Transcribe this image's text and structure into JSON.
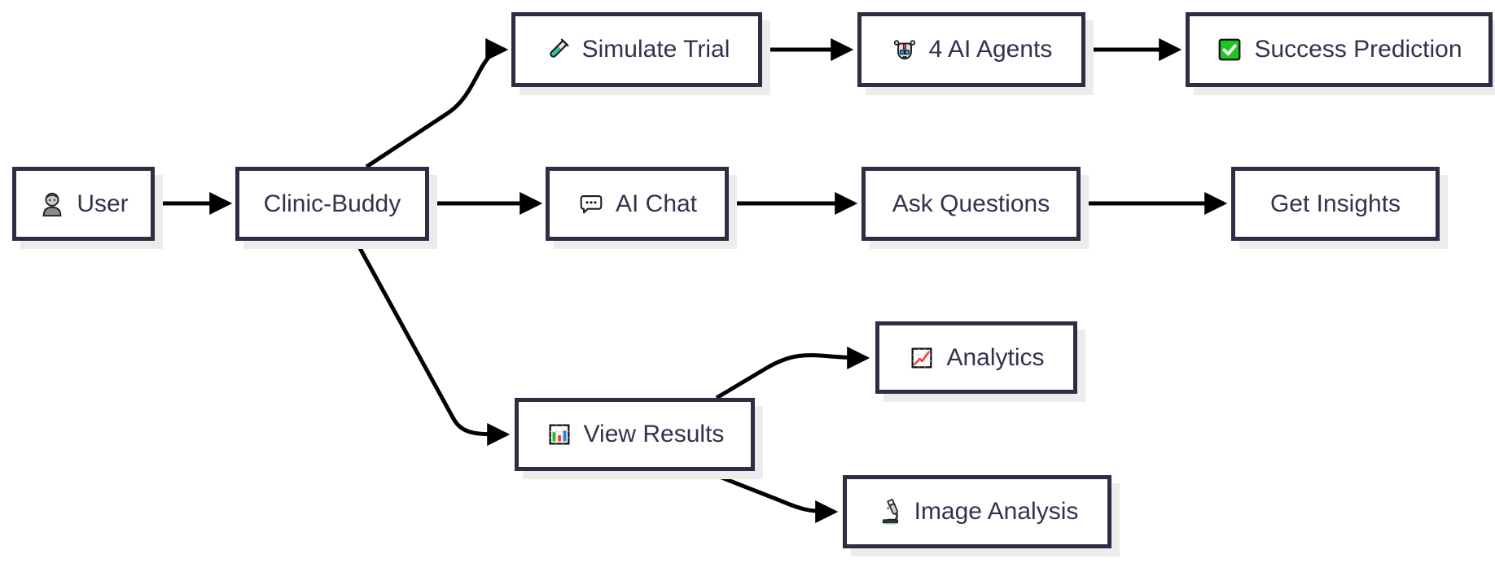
{
  "diagram": {
    "type": "flowchart",
    "direction": "left-to-right",
    "nodes": {
      "user": {
        "label": "User",
        "icon": "user-icon"
      },
      "clinic_buddy": {
        "label": "Clinic-Buddy",
        "icon": null
      },
      "simulate_trial": {
        "label": "Simulate Trial",
        "icon": "test-tube-icon"
      },
      "ai_agents": {
        "label": "4 AI Agents",
        "icon": "robot-icon"
      },
      "success_prediction": {
        "label": "Success Prediction",
        "icon": "check-mark-icon"
      },
      "ai_chat": {
        "label": "AI Chat",
        "icon": "speech-balloon-icon"
      },
      "ask_questions": {
        "label": "Ask Questions",
        "icon": null
      },
      "get_insights": {
        "label": "Get Insights",
        "icon": null
      },
      "view_results": {
        "label": "View Results",
        "icon": "bar-chart-icon"
      },
      "analytics": {
        "label": "Analytics",
        "icon": "chart-increasing-icon"
      },
      "image_analysis": {
        "label": "Image Analysis",
        "icon": "microscope-icon"
      }
    },
    "edges": [
      {
        "from": "user",
        "to": "clinic_buddy"
      },
      {
        "from": "clinic_buddy",
        "to": "simulate_trial"
      },
      {
        "from": "simulate_trial",
        "to": "ai_agents"
      },
      {
        "from": "ai_agents",
        "to": "success_prediction"
      },
      {
        "from": "clinic_buddy",
        "to": "ai_chat"
      },
      {
        "from": "ai_chat",
        "to": "ask_questions"
      },
      {
        "from": "ask_questions",
        "to": "get_insights"
      },
      {
        "from": "clinic_buddy",
        "to": "view_results"
      },
      {
        "from": "view_results",
        "to": "analytics"
      },
      {
        "from": "view_results",
        "to": "image_analysis"
      }
    ],
    "colors": {
      "background": "#ffffff",
      "node_fill": "#ffffff",
      "node_border": "#2d2d44",
      "node_shadow": "#ececec",
      "label_text": "#32324e",
      "arrow": "#000000",
      "icon_teal": "#2ec4a5",
      "icon_green": "#1ec71e",
      "icon_red": "#e8452c",
      "icon_blue": "#2b7de0",
      "icon_cyan": "#35c2ea"
    }
  }
}
